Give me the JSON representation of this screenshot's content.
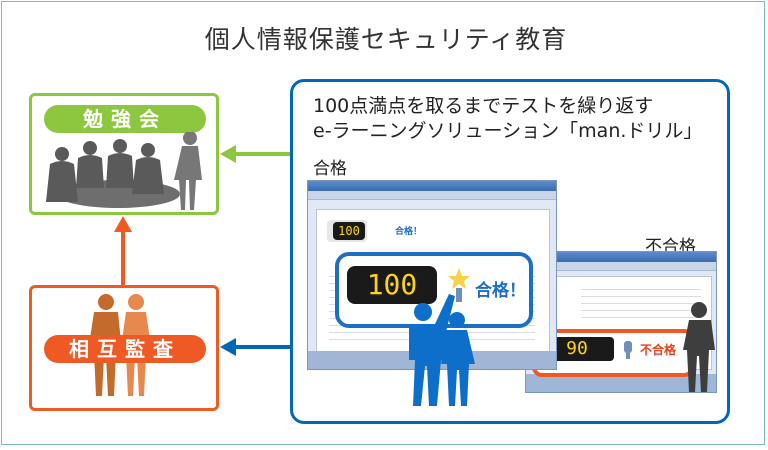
{
  "title": "個人情報保護セキュリティ教育",
  "study": {
    "label": "勉強会"
  },
  "mutual": {
    "label": "相互監査"
  },
  "elearning": {
    "line1": "100点満点を取るまでテストを繰り返す",
    "line2": "e-ラーニングソリューション「man.ドリル」",
    "pass_label": "合格",
    "fail_label": "不合格",
    "pass_score": "100",
    "pass_badge": "合格！",
    "pass_small_score": "100",
    "pass_small_badge": "合格！",
    "fail_score": "90",
    "fail_badge": "不合格"
  },
  "colors": {
    "green": "#8dc63f",
    "orange": "#ef5a24",
    "blue": "#0068b7"
  }
}
